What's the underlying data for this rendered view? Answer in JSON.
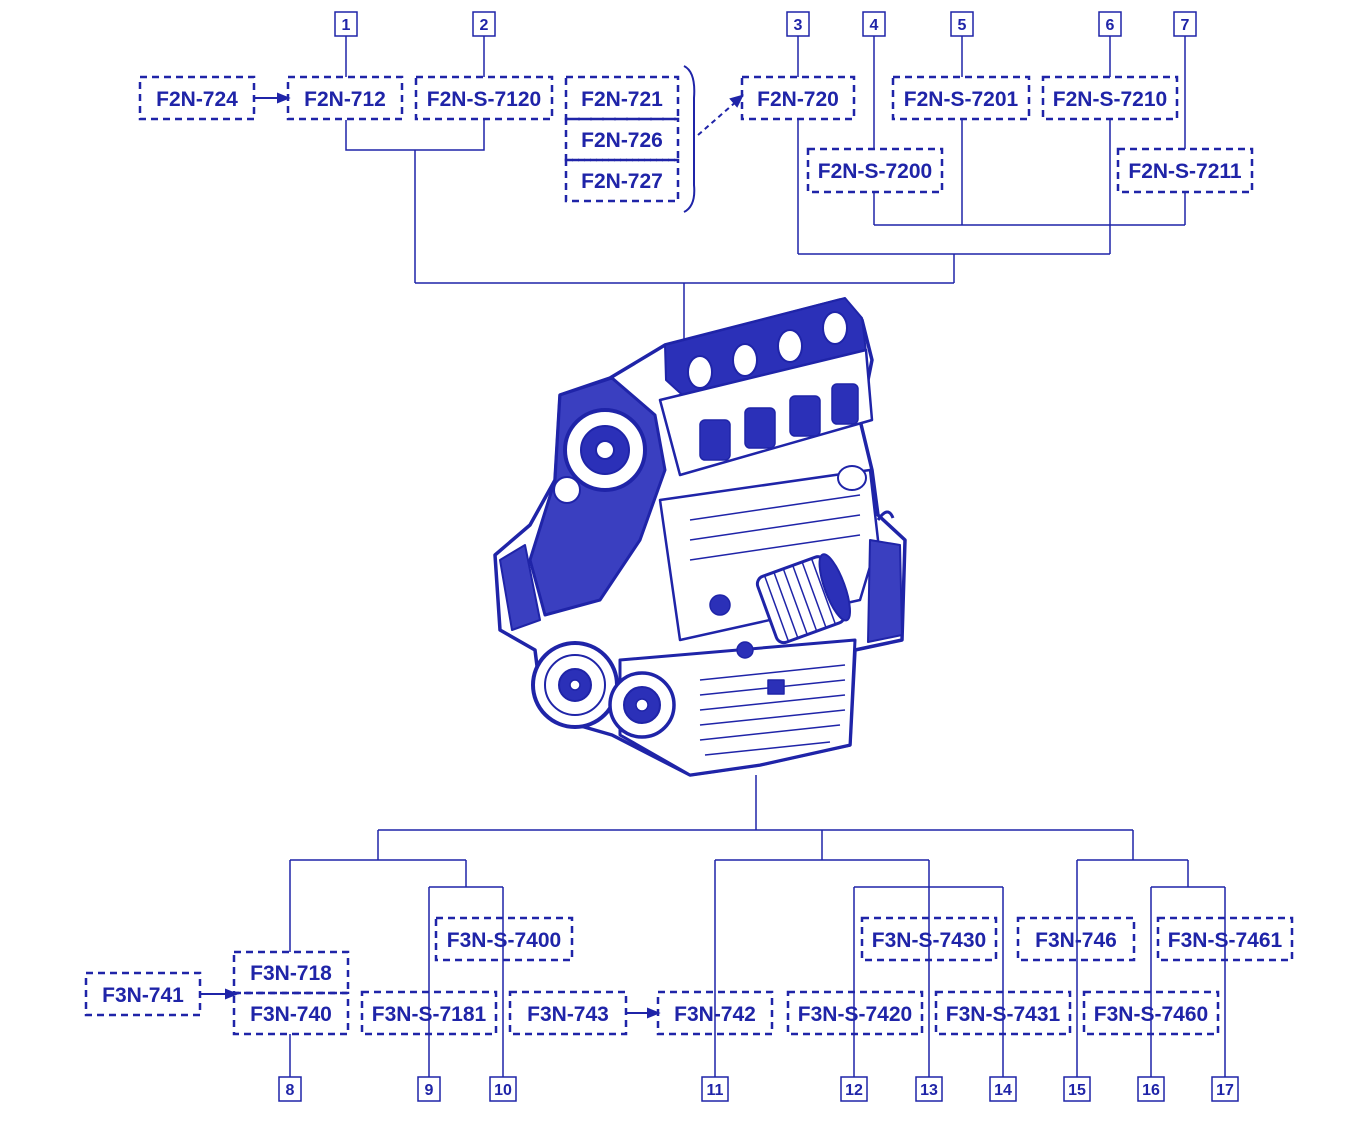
{
  "colors": {
    "ink": "#1f24a8",
    "background": "#ffffff"
  },
  "parts": {
    "f2n724": "F2N-724",
    "f2n712": "F2N-712",
    "f2ns7120": "F2N-S-7120",
    "f2n721": "F2N-721",
    "f2n726": "F2N-726",
    "f2n727": "F2N-727",
    "f2n720": "F2N-720",
    "f2ns7201": "F2N-S-7201",
    "f2ns7210": "F2N-S-7210",
    "f2ns7200": "F2N-S-7200",
    "f2ns7211": "F2N-S-7211",
    "f3n741": "F3N-741",
    "f3n718": "F3N-718",
    "f3n740": "F3N-740",
    "f3ns7181": "F3N-S-7181",
    "f3ns7400": "F3N-S-7400",
    "f3n743": "F3N-743",
    "f3n742": "F3N-742",
    "f3ns7420": "F3N-S-7420",
    "f3ns7430": "F3N-S-7430",
    "f3ns7431": "F3N-S-7431",
    "f3n746": "F3N-746",
    "f3ns7461": "F3N-S-7461",
    "f3ns7460": "F3N-S-7460"
  },
  "callouts": {
    "c1": "1",
    "c2": "2",
    "c3": "3",
    "c4": "4",
    "c5": "5",
    "c6": "6",
    "c7": "7",
    "c8": "8",
    "c9": "9",
    "c10": "10",
    "c11": "11",
    "c12": "12",
    "c13": "13",
    "c14": "14",
    "c15": "15",
    "c16": "16",
    "c17": "17"
  },
  "illustration": {
    "icon": "engine-icon"
  }
}
